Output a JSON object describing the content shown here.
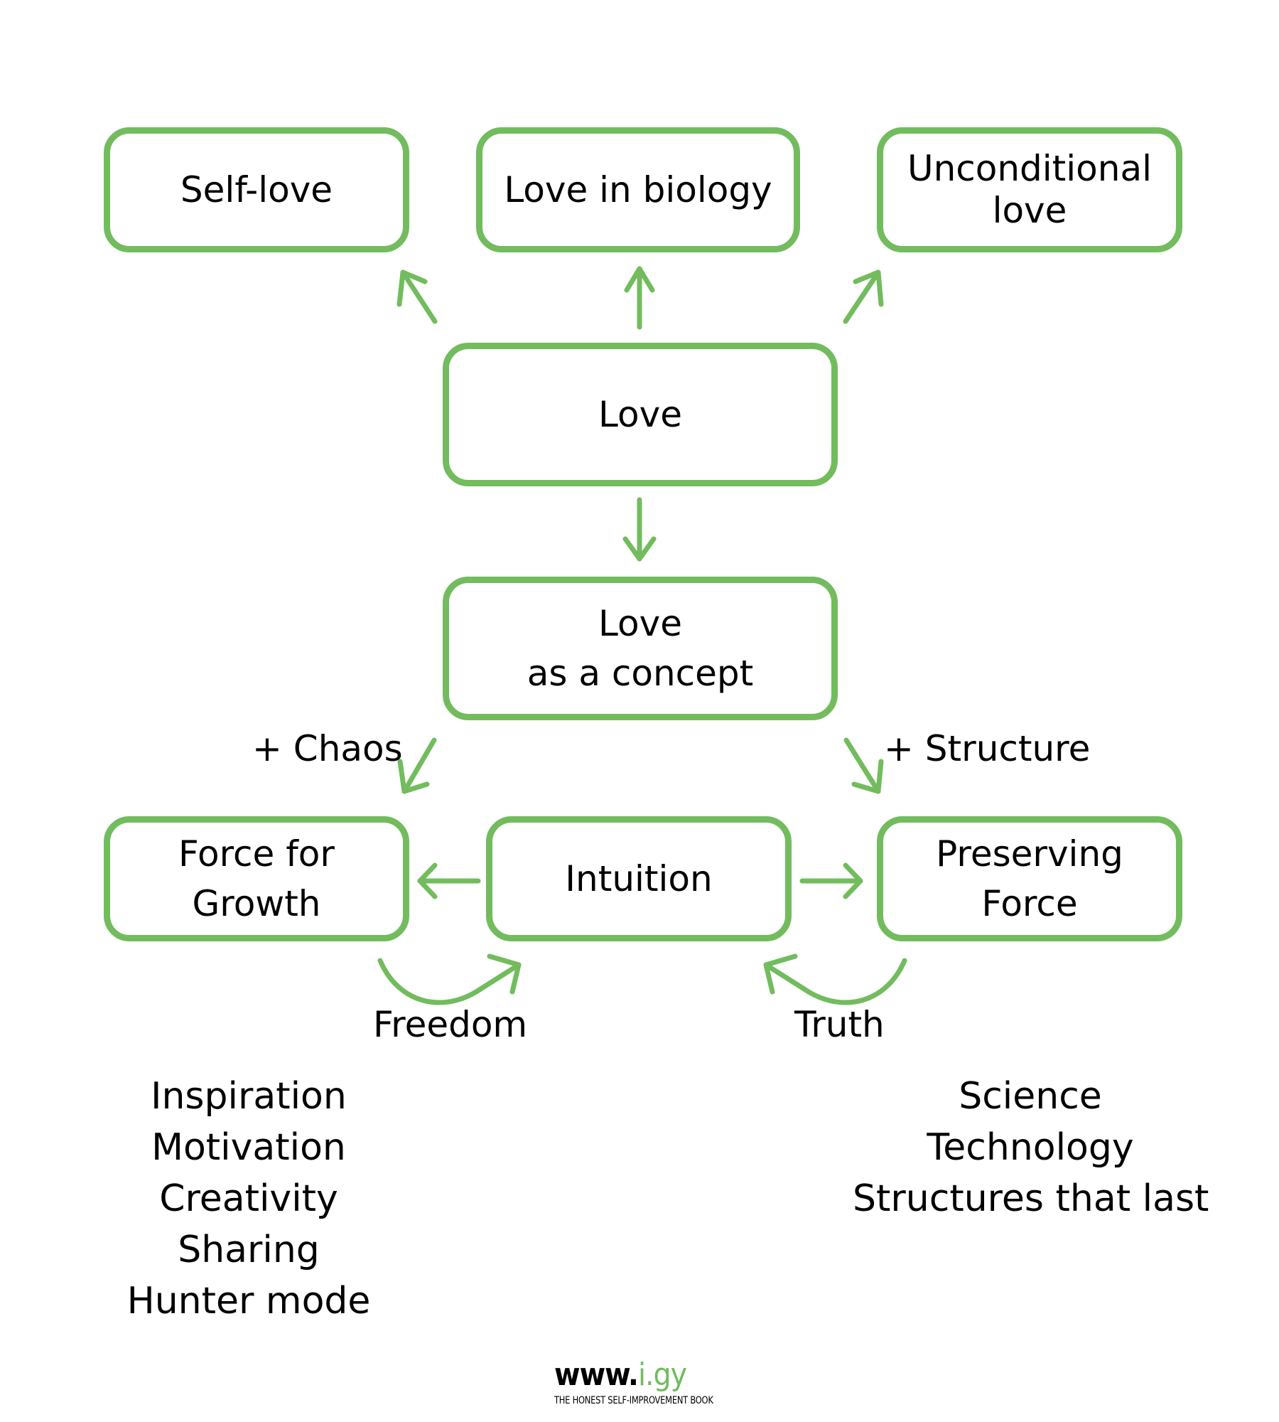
{
  "colors": {
    "accent": "#72bc5e",
    "text": "#000000",
    "background": "#ffffff"
  },
  "nodes": {
    "self_love": {
      "lines": [
        "Self-love"
      ]
    },
    "love_in_biology": {
      "lines": [
        "Love in biology"
      ]
    },
    "unconditional_love": {
      "lines": [
        "Unconditional",
        "love"
      ]
    },
    "love": {
      "lines": [
        "Love"
      ]
    },
    "love_as_a_concept": {
      "lines": [
        "Love",
        "as a concept"
      ]
    },
    "force_for_growth": {
      "lines": [
        "Force for",
        "Growth"
      ]
    },
    "intuition": {
      "lines": [
        "Intuition"
      ]
    },
    "preserving_force": {
      "lines": [
        "Preserving",
        "Force"
      ]
    }
  },
  "edge_labels": {
    "chaos": "+ Chaos",
    "structure": "+ Structure",
    "freedom": "Freedom",
    "truth": "Truth"
  },
  "edges": [
    {
      "from": "love",
      "to": "self_love"
    },
    {
      "from": "love",
      "to": "love_in_biology"
    },
    {
      "from": "love",
      "to": "unconditional_love"
    },
    {
      "from": "love",
      "to": "love_as_a_concept"
    },
    {
      "from": "love_as_a_concept",
      "to": "force_for_growth",
      "label": "+ Chaos"
    },
    {
      "from": "love_as_a_concept",
      "to": "preserving_force",
      "label": "+ Structure"
    },
    {
      "from": "intuition",
      "to": "force_for_growth"
    },
    {
      "from": "intuition",
      "to": "preserving_force"
    },
    {
      "from": "force_for_growth",
      "to": "intuition",
      "label": "Freedom"
    },
    {
      "from": "preserving_force",
      "to": "intuition",
      "label": "Truth"
    }
  ],
  "growth_list": [
    "Inspiration",
    "Motivation",
    "Creativity",
    "Sharing",
    "Hunter mode"
  ],
  "preserving_list": [
    "Science",
    "Technology",
    "Structures that last"
  ],
  "footer": {
    "url_prefix": "www.",
    "url_accent": "i.gy",
    "tagline": "THE HONEST SELF-IMPROVEMENT BOOK"
  }
}
